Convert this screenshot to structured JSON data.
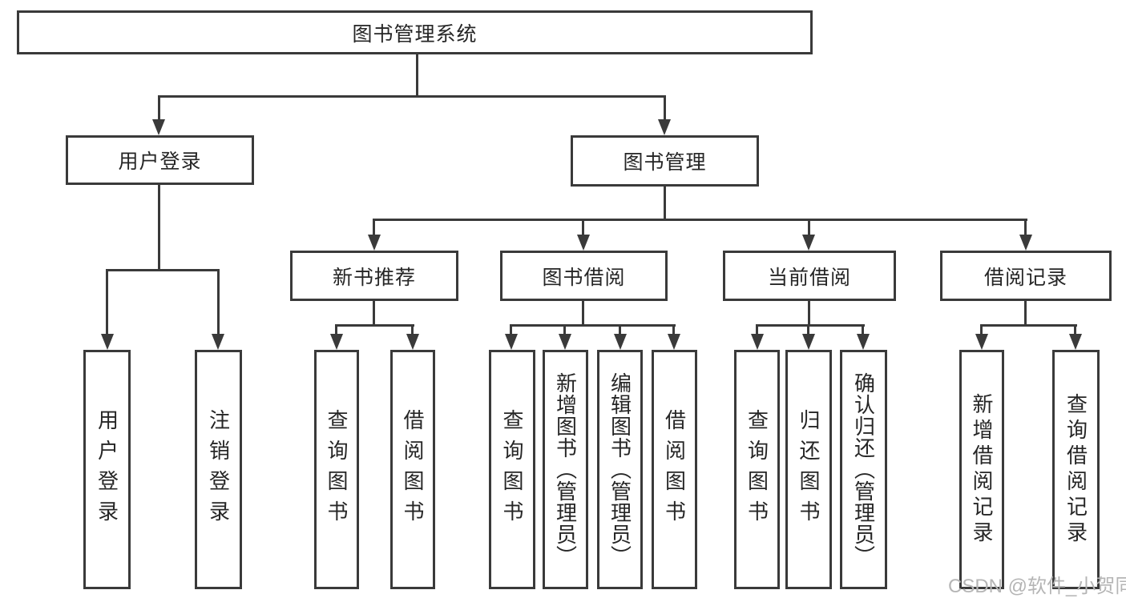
{
  "colors": {
    "line": "#3a3a3a",
    "text": "#262626",
    "watermark": "#b5b5b5",
    "background": "#ffffff"
  },
  "watermark": {
    "text": "CSDN @软件_小贺同学"
  },
  "tree": {
    "root": {
      "label": "图书管理系统"
    },
    "branches": [
      {
        "label": "用户登录",
        "children": [
          {
            "label": "用户登录"
          },
          {
            "label": "注销登录"
          }
        ]
      },
      {
        "label": "图书管理",
        "children": [
          {
            "label": "新书推荐",
            "children": [
              {
                "label": "查询图书"
              },
              {
                "label": "借阅图书"
              }
            ]
          },
          {
            "label": "图书借阅",
            "children": [
              {
                "label": "查询图书"
              },
              {
                "label": "新增图书（管理员）"
              },
              {
                "label": "编辑图书（管理员）"
              },
              {
                "label": "借阅图书"
              }
            ]
          },
          {
            "label": "当前借阅",
            "children": [
              {
                "label": "查询图书"
              },
              {
                "label": "归还图书"
              },
              {
                "label": "确认归还（管理员）"
              }
            ]
          },
          {
            "label": "借阅记录",
            "children": [
              {
                "label": "新增借阅记录"
              },
              {
                "label": "查询借阅记录"
              }
            ]
          }
        ]
      }
    ]
  }
}
